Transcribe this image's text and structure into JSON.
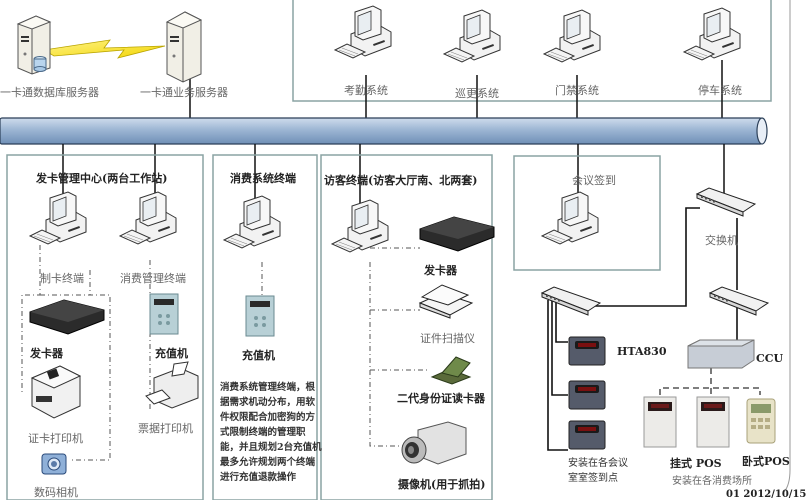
{
  "diagram": {
    "servers": {
      "db_server": "一卡通数据库服务器",
      "biz_server": "一卡通业务服务器"
    },
    "top_systems": [
      {
        "label": "考勤系统"
      },
      {
        "label": "巡更系统"
      },
      {
        "label": "门禁系统"
      },
      {
        "label": "停车系统"
      }
    ],
    "card_center": {
      "title": "发卡管理中心(两台工作站)",
      "terminal_1": "制卡终端",
      "terminal_2": "消费管理终端",
      "card_issuer": "发卡器",
      "card_printer": "证卡打印机",
      "camera": "数码相机",
      "recharge": "充值机",
      "receipt_printer": "票据打印机"
    },
    "consumption": {
      "title": "消费系统终端",
      "recharge": "充值机",
      "description": "消费系统管理终端，根据需求机动分布，用软件权限配合加密狗的方式限制终端的管理职能，并且规划2台充值机最多允许规划两个终端进行充值退款操作"
    },
    "visitor": {
      "title": "访客终端(访客大厅南、北两套)",
      "card_issuer": "发卡器",
      "scanner": "证件扫描仪",
      "id_reader": "二代身份证读卡器",
      "camera": "摄像机(用于抓拍)"
    },
    "meeting": {
      "title": "会议签到",
      "device": "HTA830",
      "note": "安装在各会议室室签到点"
    },
    "network": {
      "switch": "交换机",
      "ccu": "CCU",
      "wall_pos": "挂式 POS",
      "desk_pos": "卧式POS",
      "pos_note": "安装在各消费场所"
    },
    "watermark": "01 2012/10/15"
  }
}
